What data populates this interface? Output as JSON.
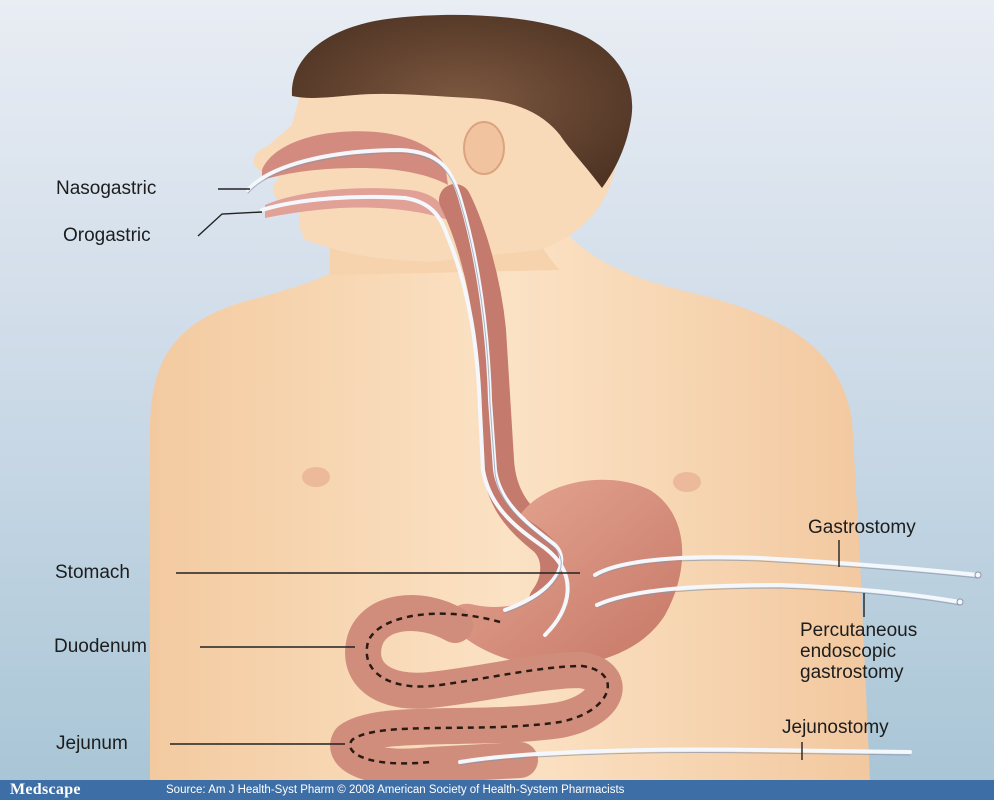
{
  "labels": {
    "nasogastric": "Nasogastric",
    "orogastric": "Orogastric",
    "stomach": "Stomach",
    "duodenum": "Duodenum",
    "jejunum": "Jejunum",
    "gastrostomy": "Gastrostomy",
    "peg_line1": "Percutaneous",
    "peg_line2": "endoscopic",
    "peg_line3": "gastrostomy",
    "jejunostomy": "Jejunostomy"
  },
  "footer": {
    "brand": "Medscape",
    "source": "Source: Am J Health-Syst Pharm © 2008 American Society of Health-System Pharmacists"
  },
  "colors": {
    "skin": "#f7d8b4",
    "tract": "#c97a6c",
    "tube": "#eef2f8",
    "hair": "#6b4a35",
    "footer": "#3d6ea6"
  }
}
